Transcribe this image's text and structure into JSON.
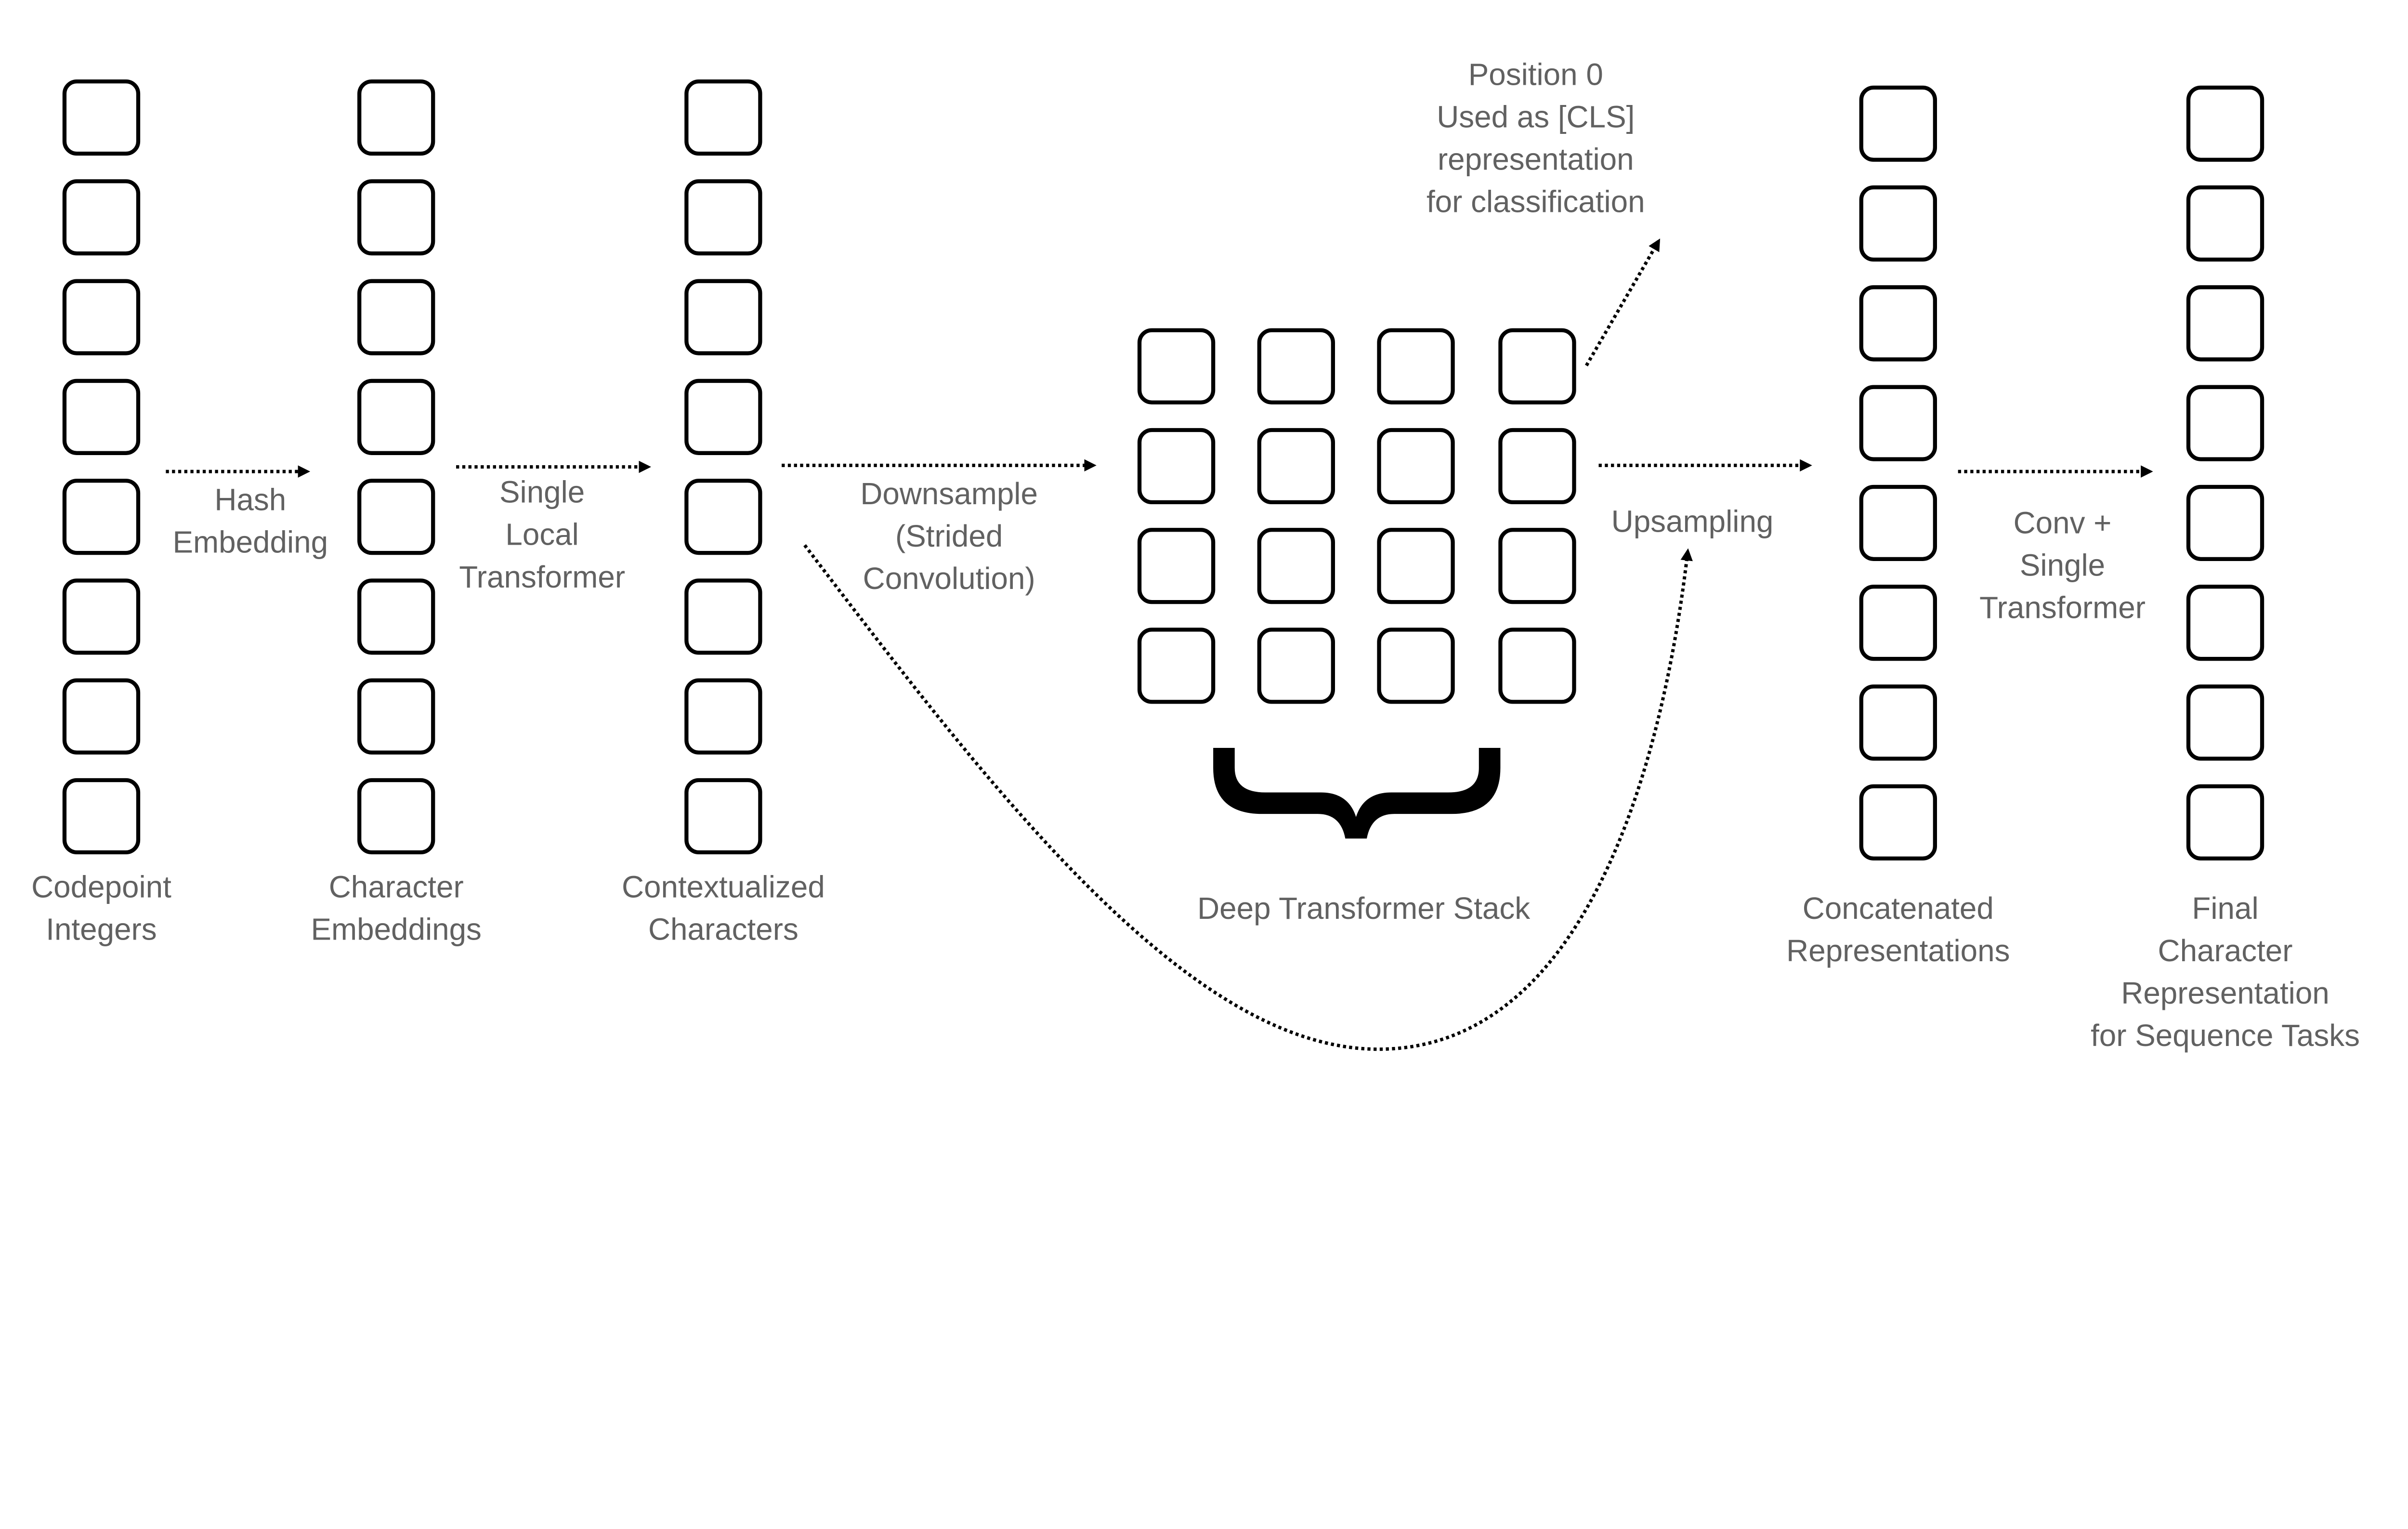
{
  "colors": {
    "text": "#616161",
    "stroke": "#000000",
    "background": "#ffffff"
  },
  "columns": [
    {
      "id": "codepoints",
      "label": [
        "Codepoint",
        "Integers"
      ],
      "cells": 8
    },
    {
      "id": "char-embeddings",
      "label": [
        "Character",
        "Embeddings"
      ],
      "cells": 8
    },
    {
      "id": "contextualized",
      "label": [
        "Contextualized",
        "Characters"
      ],
      "cells": 8
    },
    {
      "id": "concatenated",
      "label": [
        "Concatenated",
        "Representations"
      ],
      "cells": 8
    },
    {
      "id": "final",
      "label": [
        "Final",
        "Character",
        "Representation",
        "for Sequence Tasks"
      ],
      "cells": 8
    }
  ],
  "grid": {
    "rows": 4,
    "cols": 4,
    "label": "Deep Transformer Stack"
  },
  "edges": [
    {
      "id": "hash-embedding",
      "label": [
        "Hash",
        "Embedding"
      ]
    },
    {
      "id": "single-local-transformer",
      "label": [
        "Single",
        "Local",
        "Transformer"
      ]
    },
    {
      "id": "downsample",
      "label": [
        "Downsample",
        "(Strided",
        "Convolution)"
      ]
    },
    {
      "id": "upsampling",
      "label": [
        "Upsampling"
      ]
    },
    {
      "id": "conv-single-transformer",
      "label": [
        "Conv +",
        "Single",
        "Transformer"
      ]
    },
    {
      "id": "cls-output",
      "label": [
        "Position 0",
        "Used as [CLS]",
        "representation",
        "for classification"
      ]
    },
    {
      "id": "residual-skip",
      "label": []
    }
  ]
}
